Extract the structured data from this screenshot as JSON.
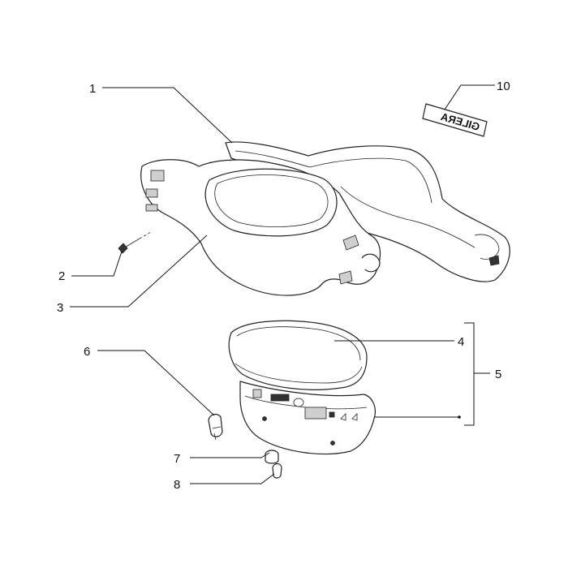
{
  "callouts": [
    "1",
    "2",
    "3",
    "4",
    "5",
    "6",
    "7",
    "8",
    "10"
  ],
  "decal_text": "GILERA"
}
